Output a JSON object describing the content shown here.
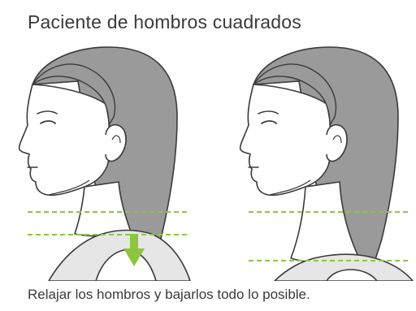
{
  "title": "Paciente de hombros cuadrados",
  "caption": "Relajar los hombros y bajarlos todo lo posible.",
  "colors": {
    "hair": "#9a9a9a",
    "skin": "#ffffff",
    "outline": "#3a3a3a",
    "shirt": "#e6e6e6",
    "guide_line": "#8cc63f",
    "arrow": "#8cc63f",
    "text": "#3a3a3a"
  },
  "figures": [
    {
      "name": "before",
      "shoulder_state": "raised",
      "shows_arrow": true
    },
    {
      "name": "after",
      "shoulder_state": "lowered",
      "shows_arrow": false
    }
  ]
}
